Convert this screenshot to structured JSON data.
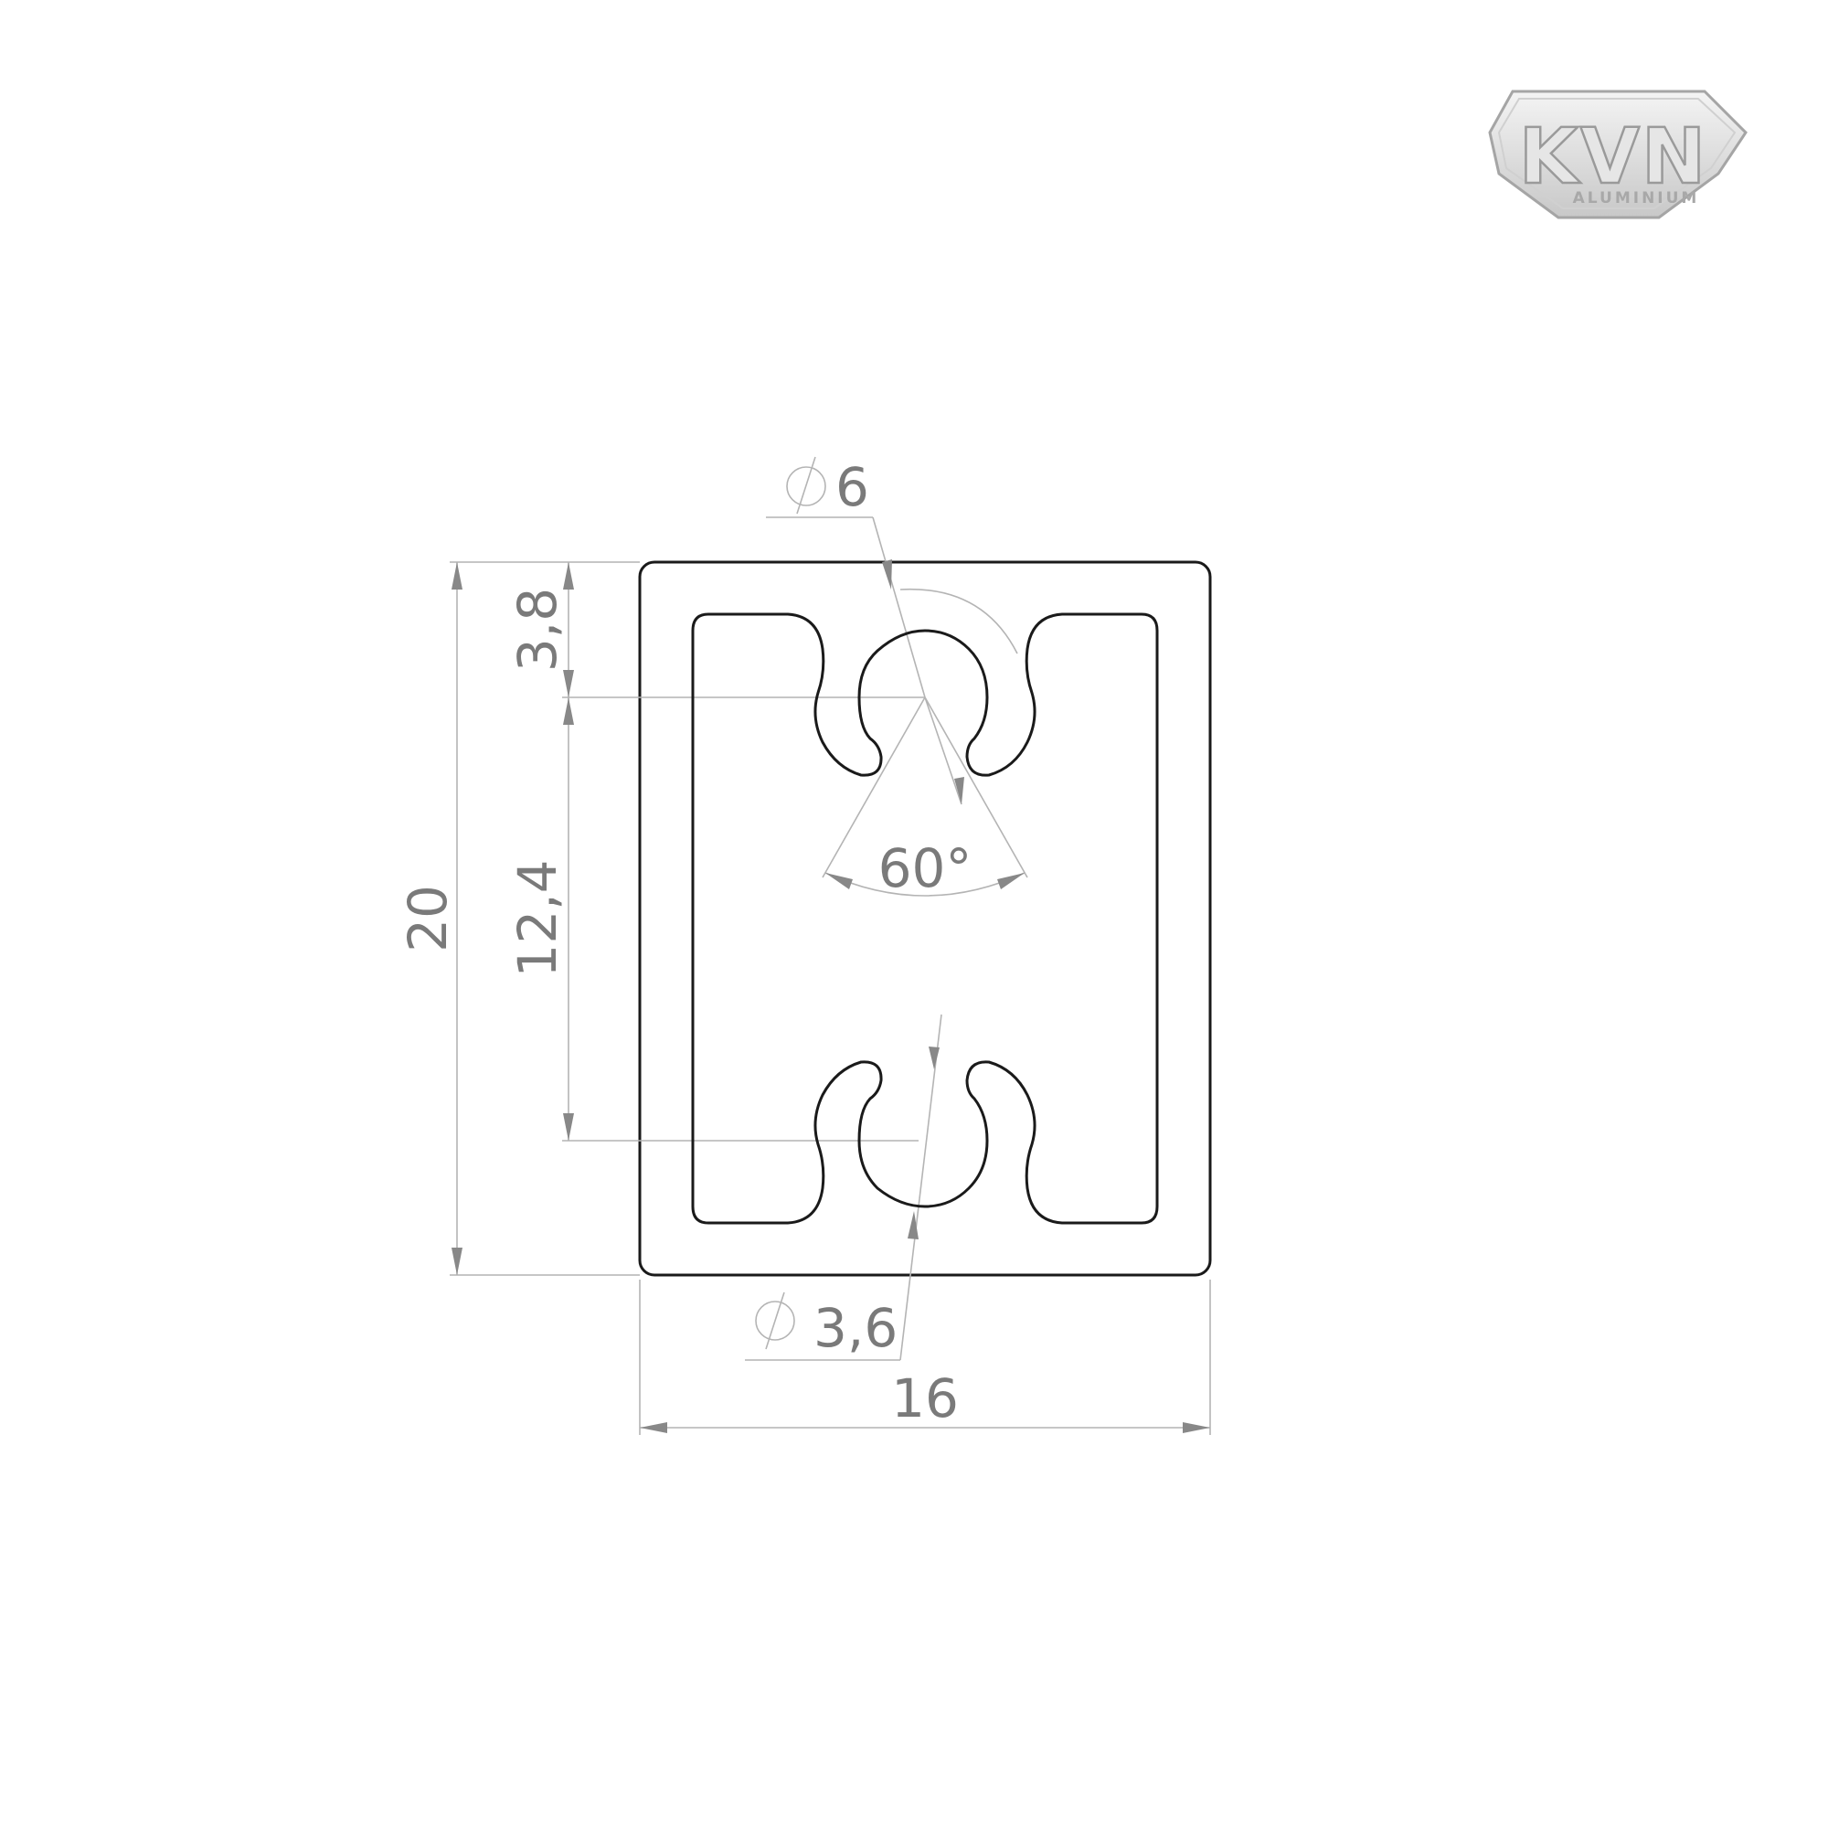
{
  "logo": {
    "brand": "KVN",
    "subtitle": "ALUMINIUM"
  },
  "dimensions": {
    "diameter_top": "6",
    "diameter_bottom": "3,6",
    "top_offset": "3,8",
    "slot_spacing": "12,4",
    "height": "20",
    "width": "16",
    "angle": "60°"
  },
  "colors": {
    "outline": "#1a1a1a",
    "dimension_lines": "#b4b4b4",
    "dimension_text": "#7a7a7a"
  },
  "icons": {
    "diameter_symbol": "diameter-icon"
  }
}
